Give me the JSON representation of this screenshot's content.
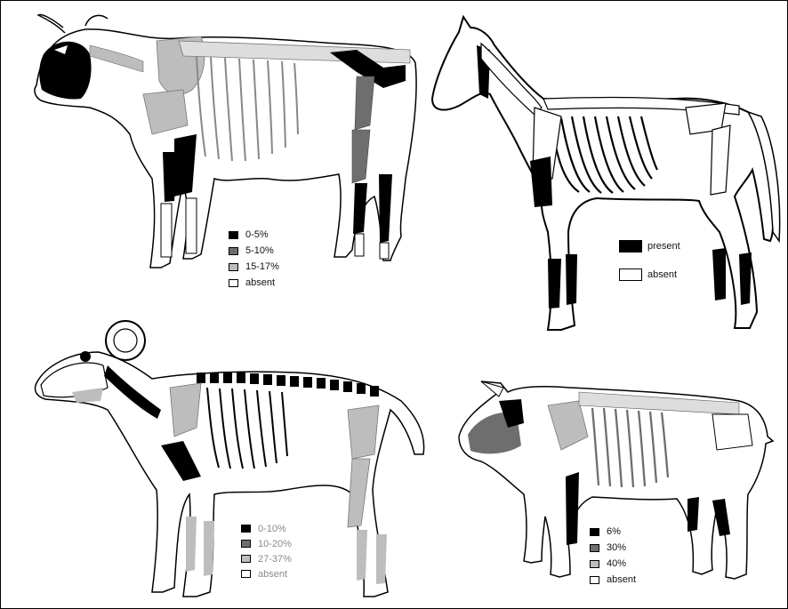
{
  "colors": {
    "black": "#000000",
    "dark_gray": "#6e6e6e",
    "light_gray": "#bdbdbd",
    "white": "#ffffff",
    "outline": "#000000"
  },
  "panels": {
    "cattle": {
      "legend": [
        {
          "label": "0-5%",
          "color": "#000000"
        },
        {
          "label": "5-10%",
          "color": "#6e6e6e"
        },
        {
          "label": "15-17%",
          "color": "#bdbdbd"
        },
        {
          "label": "absent",
          "color": "#ffffff"
        }
      ]
    },
    "horse": {
      "legend": [
        {
          "label": "present",
          "color": "#000000"
        },
        {
          "label": "absent",
          "color": "#ffffff"
        }
      ]
    },
    "sheep": {
      "legend": [
        {
          "label": "0-10%",
          "color": "#000000"
        },
        {
          "label": "10-20%",
          "color": "#6e6e6e"
        },
        {
          "label": "27-37%",
          "color": "#bdbdbd"
        },
        {
          "label": "absent",
          "color": "#ffffff"
        }
      ]
    },
    "pig": {
      "legend": [
        {
          "label": "6%",
          "color": "#000000"
        },
        {
          "label": "30%",
          "color": "#6e6e6e"
        },
        {
          "label": "40%",
          "color": "#bdbdbd"
        },
        {
          "label": "absent",
          "color": "#ffffff"
        }
      ]
    }
  }
}
